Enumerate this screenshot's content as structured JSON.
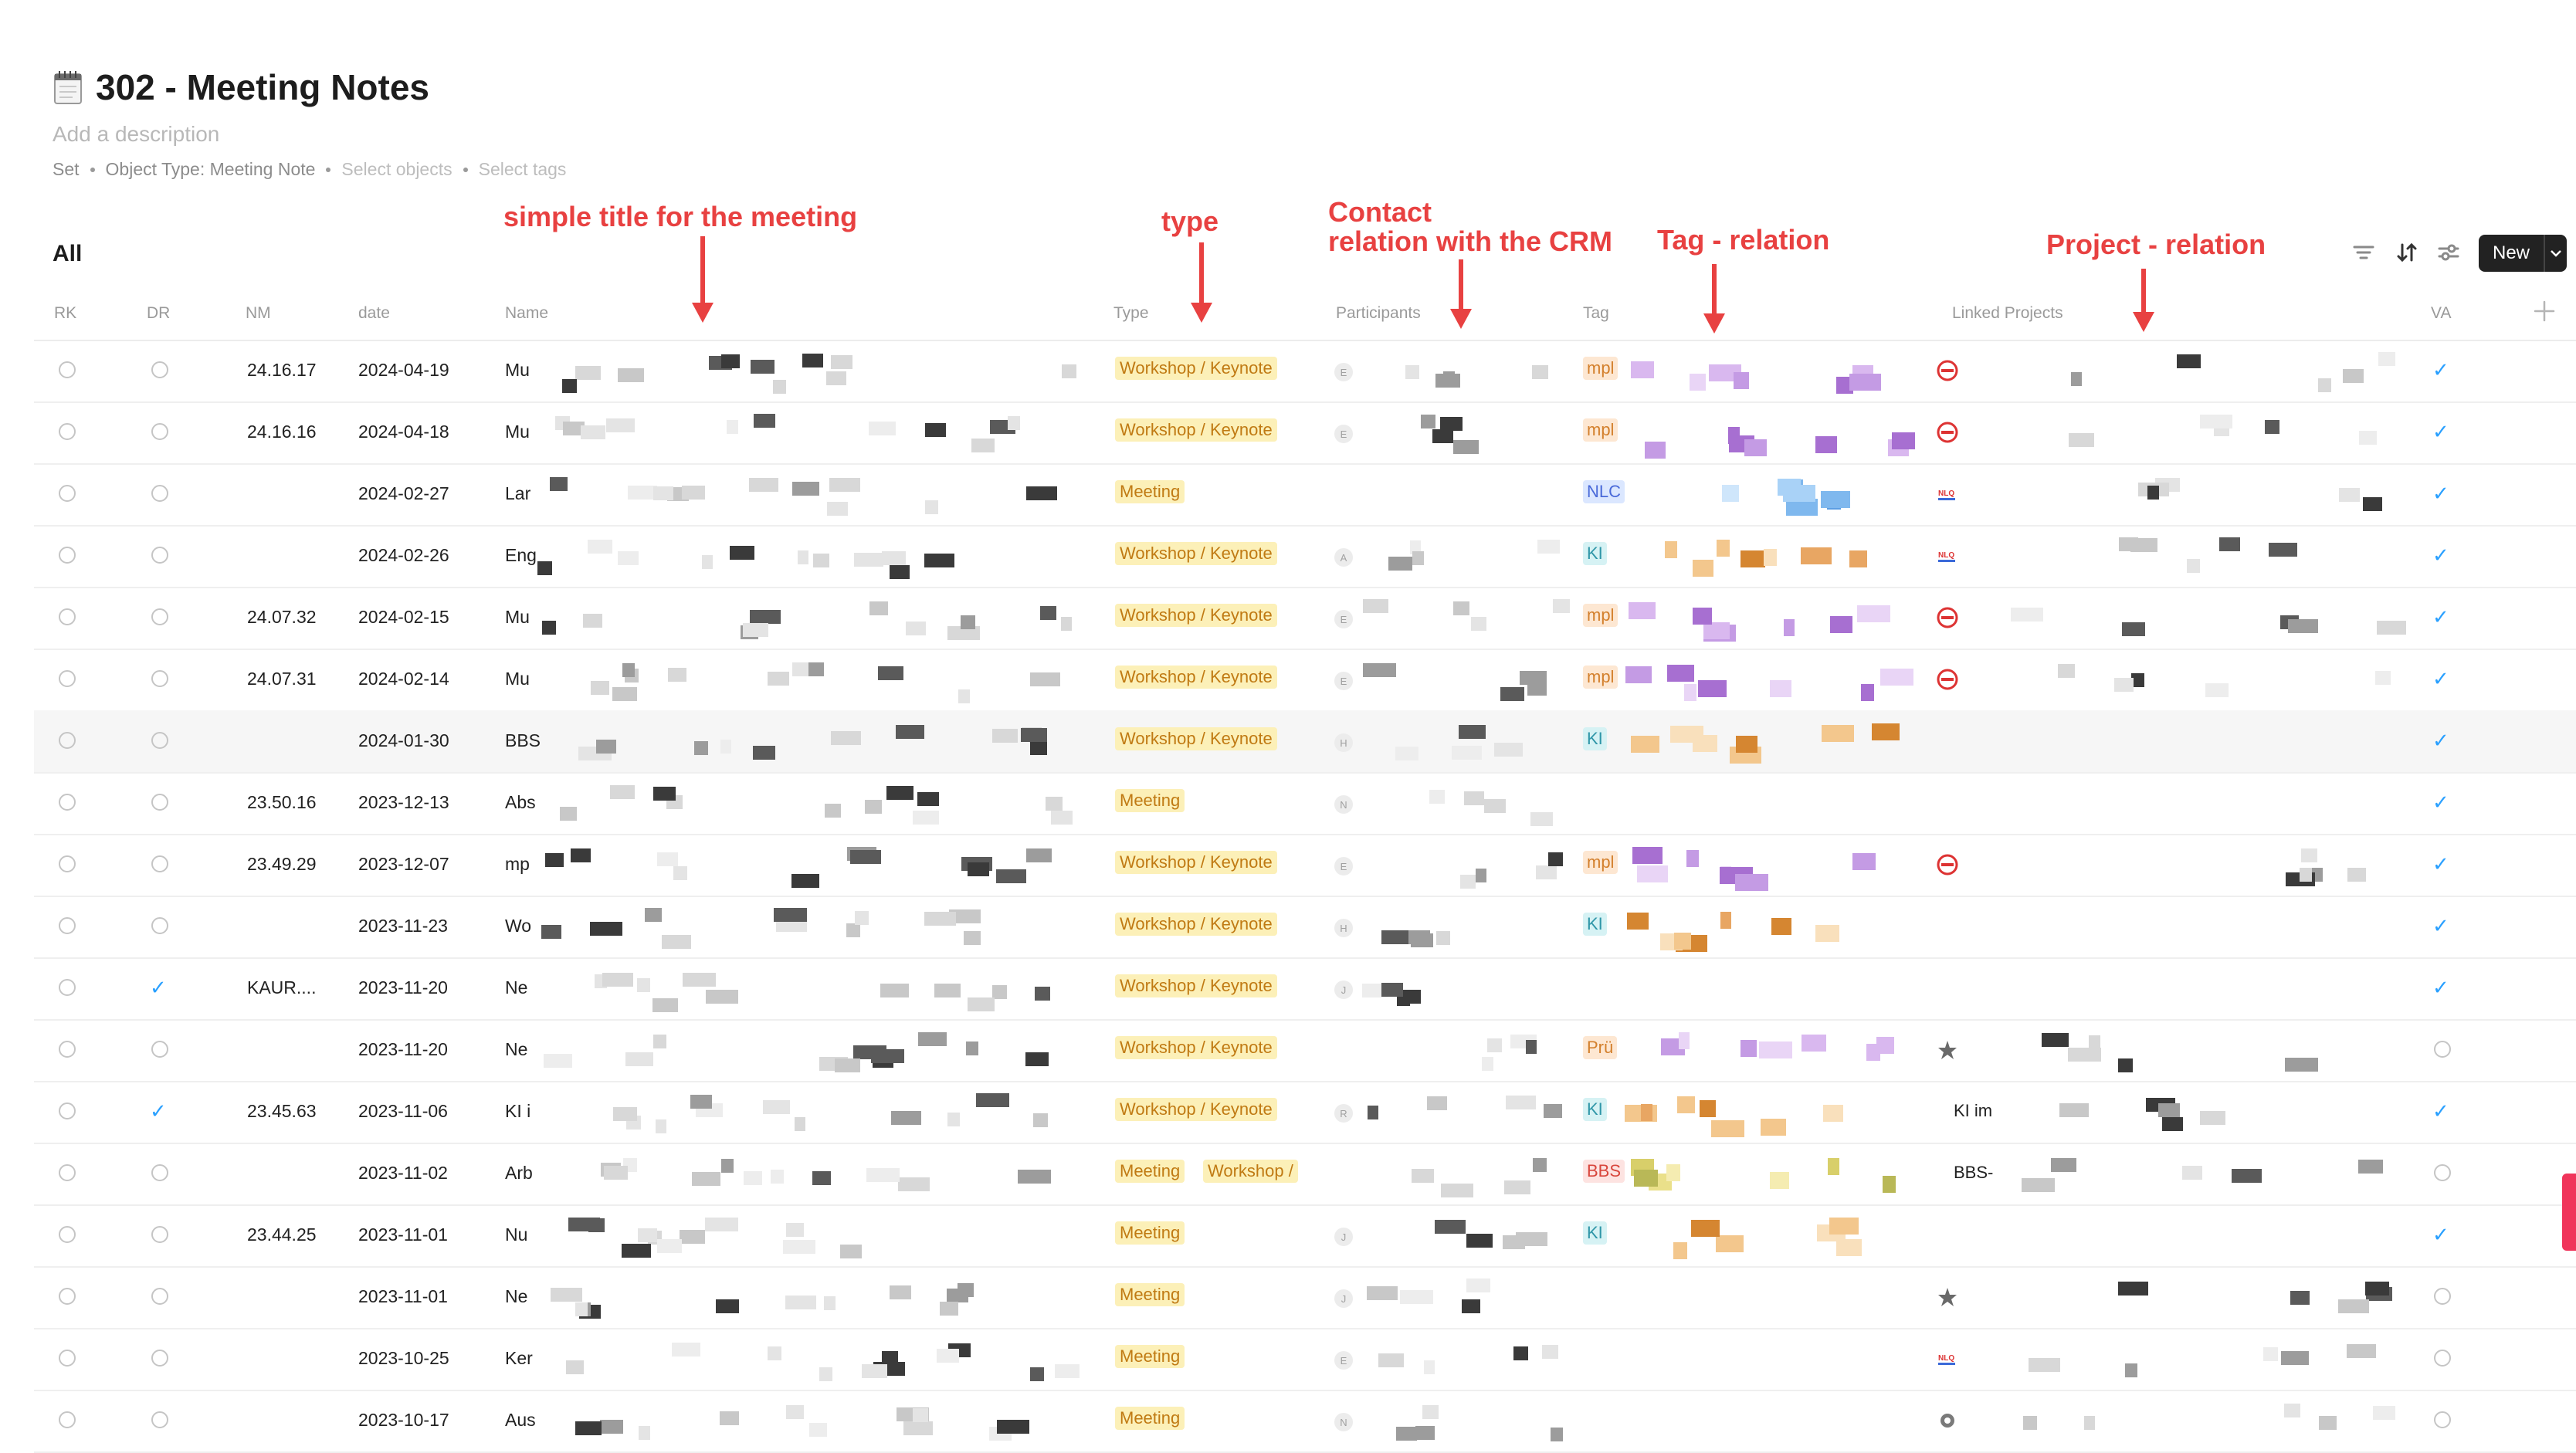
{
  "header": {
    "title": "302 - Meeting Notes",
    "title_icon": "notepad-icon",
    "description_placeholder": "Add a description",
    "meta": {
      "set": "Set",
      "object_type": "Object Type: Meeting Note",
      "select_objects": "Select objects",
      "select_tags": "Select tags"
    },
    "view": "All"
  },
  "annotations": {
    "title": "simple title for the meeting",
    "type": "type",
    "contact_line1": "Contact",
    "contact_line2": "relation with the CRM",
    "tag": "Tag - relation",
    "project": "Project - relation",
    "color": "#e84141"
  },
  "toolbar": {
    "new_label": "New",
    "icons": [
      "filter-icon",
      "sort-icon",
      "settings-icon",
      "chevron-down-icon",
      "add-column-icon"
    ]
  },
  "columns": [
    "RK",
    "DR",
    "NM",
    "date",
    "Name",
    "Type",
    "Participants",
    "Tag",
    "Linked Projects",
    "VA"
  ],
  "rows": [
    {
      "rk": "radio",
      "dr": "radio",
      "nm": "24.16.17",
      "date": "2024-04-19",
      "name": "Mu",
      "type": [
        "Workshop / Keynote"
      ],
      "participant": "E",
      "tag": "mpl",
      "tag_color": "orange",
      "project": "red-logo",
      "project_text": "",
      "va": "check"
    },
    {
      "rk": "radio",
      "dr": "radio",
      "nm": "24.16.16",
      "date": "2024-04-18",
      "name": "Mu",
      "type": [
        "Workshop / Keynote"
      ],
      "participant": "E",
      "tag": "mpl",
      "tag_color": "orange",
      "project": "red-logo",
      "project_text": "",
      "va": "check"
    },
    {
      "rk": "radio",
      "dr": "radio",
      "nm": "",
      "date": "2024-02-27",
      "name": "Lar",
      "type": [
        "Meeting"
      ],
      "participant": "",
      "tag": "NLC",
      "tag_color": "blue",
      "project": "nlq-logo",
      "project_text": "",
      "va": "check"
    },
    {
      "rk": "radio",
      "dr": "radio",
      "nm": "",
      "date": "2024-02-26",
      "name": "Eng",
      "type": [
        "Workshop / Keynote"
      ],
      "participant": "A",
      "tag": "KI",
      "tag_color": "teal",
      "project": "nlq-logo",
      "project_text": "",
      "va": "check"
    },
    {
      "rk": "radio",
      "dr": "radio",
      "nm": "24.07.32",
      "date": "2024-02-15",
      "name": "Mu",
      "type": [
        "Workshop / Keynote"
      ],
      "participant": "E",
      "tag": "mpl",
      "tag_color": "orange",
      "project": "red-logo",
      "project_text": "",
      "va": "check"
    },
    {
      "rk": "radio",
      "dr": "radio",
      "nm": "24.07.31",
      "date": "2024-02-14",
      "name": "Mu",
      "type": [
        "Workshop / Keynote"
      ],
      "participant": "E",
      "tag": "mpl",
      "tag_color": "orange",
      "project": "red-logo",
      "project_text": "",
      "va": "check"
    },
    {
      "rk": "radio",
      "dr": "radio",
      "nm": "",
      "date": "2024-01-30",
      "name": "BBS",
      "type": [
        "Workshop / Keynote"
      ],
      "participant": "H",
      "tag": "KI",
      "tag_color": "teal",
      "project": "",
      "project_text": "",
      "va": "check"
    },
    {
      "rk": "radio",
      "dr": "radio",
      "nm": "23.50.16",
      "date": "2023-12-13",
      "name": "Abs",
      "type": [
        "Meeting"
      ],
      "participant": "N",
      "tag": "",
      "tag_color": "",
      "project": "",
      "project_text": "",
      "va": "check"
    },
    {
      "rk": "radio",
      "dr": "radio",
      "nm": "23.49.29",
      "date": "2023-12-07",
      "name": "mp",
      "type": [
        "Workshop / Keynote"
      ],
      "participant": "E",
      "tag": "mpl",
      "tag_color": "orange",
      "project": "red-logo",
      "project_text": "",
      "va": "check"
    },
    {
      "rk": "radio",
      "dr": "radio",
      "nm": "",
      "date": "2023-11-23",
      "name": "Wo",
      "type": [
        "Workshop / Keynote"
      ],
      "participant": "H",
      "tag": "KI",
      "tag_color": "teal",
      "project": "",
      "project_text": "",
      "va": "check"
    },
    {
      "rk": "radio",
      "dr": "check",
      "nm": "KAUR....",
      "date": "2023-11-20",
      "name": "Ne",
      "type": [
        "Workshop / Keynote"
      ],
      "participant": "J",
      "tag": "",
      "tag_color": "",
      "project": "",
      "project_text": "",
      "va": "check"
    },
    {
      "rk": "radio",
      "dr": "radio",
      "nm": "",
      "date": "2023-11-20",
      "name": "Ne",
      "type": [
        "Workshop / Keynote"
      ],
      "participant": "",
      "tag": "Prü",
      "tag_color": "orange",
      "project": "star-logo",
      "project_text": "",
      "va": "radio"
    },
    {
      "rk": "radio",
      "dr": "check",
      "nm": "23.45.63",
      "date": "2023-11-06",
      "name": "KI i",
      "type": [
        "Workshop / Keynote"
      ],
      "participant": "R",
      "tag": "KI",
      "tag_color": "teal",
      "project": "",
      "project_text": "KI im",
      "va": "check"
    },
    {
      "rk": "radio",
      "dr": "radio",
      "nm": "",
      "date": "2023-11-02",
      "name": "Arb",
      "type": [
        "Meeting",
        "Workshop /"
      ],
      "participant": "",
      "tag": "BBS",
      "tag_color": "red",
      "project": "",
      "project_text": "BBS-",
      "va": "radio"
    },
    {
      "rk": "radio",
      "dr": "radio",
      "nm": "23.44.25",
      "date": "2023-11-01",
      "name": "Nu",
      "type": [
        "Meeting"
      ],
      "participant": "J",
      "tag": "KI",
      "tag_color": "teal",
      "project": "",
      "project_text": "",
      "va": "check"
    },
    {
      "rk": "radio",
      "dr": "radio",
      "nm": "",
      "date": "2023-11-01",
      "name": "Ne",
      "type": [
        "Meeting"
      ],
      "participant": "J",
      "tag": "",
      "tag_color": "",
      "project": "star-logo",
      "project_text": "",
      "va": "radio"
    },
    {
      "rk": "radio",
      "dr": "radio",
      "nm": "",
      "date": "2023-10-25",
      "name": "Ker",
      "type": [
        "Meeting"
      ],
      "participant": "E",
      "tag": "",
      "tag_color": "",
      "project": "nlq-logo",
      "project_text": "",
      "va": "radio"
    },
    {
      "rk": "radio",
      "dr": "radio",
      "nm": "",
      "date": "2023-10-17",
      "name": "Aus",
      "type": [
        "Meeting"
      ],
      "participant": "N",
      "tag": "",
      "tag_color": "",
      "project": "gear-logo",
      "project_text": "",
      "va": "radio"
    }
  ]
}
